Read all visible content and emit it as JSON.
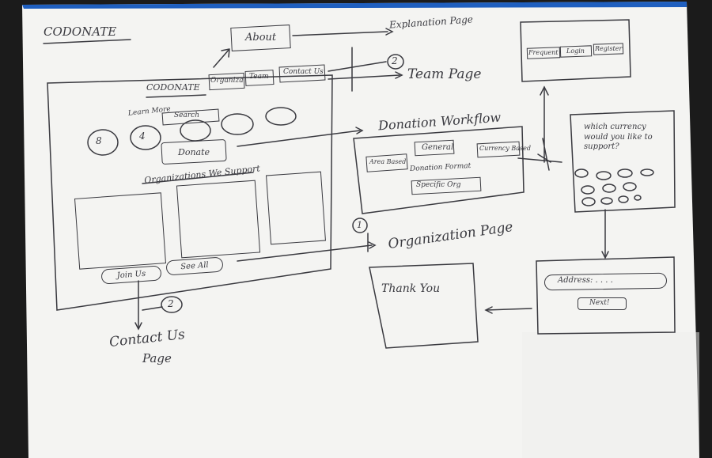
{
  "title": "CODONATE",
  "main_sketch": {
    "logo": "CODONATE",
    "nav_organizations": "Organiza",
    "nav_team": "Team",
    "nav_contact": "Contact Us",
    "tagline": "Learn More",
    "search": "Search",
    "donate": "Donate",
    "section_heading": "Organizations We Support",
    "button_join": "Join Us",
    "button_see_all": "See All"
  },
  "flows": {
    "about": "About",
    "explanation_page": "Explanation Page",
    "team_page": "Team Page",
    "donation_workflow": "Donation Workflow",
    "organization_page": "Organization Page",
    "contact_us_page_line1": "Contact Us",
    "contact_us_page_line2": "Page",
    "marker_1": "1",
    "marker_2_top": "2",
    "marker_2_bottom": "2"
  },
  "donation_box": {
    "general": "General",
    "area_based": "Area Based",
    "currency_based": "Currency Based",
    "donation_format": "Donation Format",
    "specific_org": "Specific Org"
  },
  "auth_box": {
    "frequent": "Frequent",
    "login": "Login",
    "register": "Register"
  },
  "currency_box": {
    "question": "which currency would you like to support?"
  },
  "address_box": {
    "address": "Address: . . . .",
    "next": "Next!"
  },
  "thank_box": {
    "text": "Thank You"
  },
  "colors": {
    "paper": "#f4f4f2",
    "ink": "#3a3a40",
    "blue_edge": "#1f5fbf",
    "background": "#1b1b1b"
  }
}
